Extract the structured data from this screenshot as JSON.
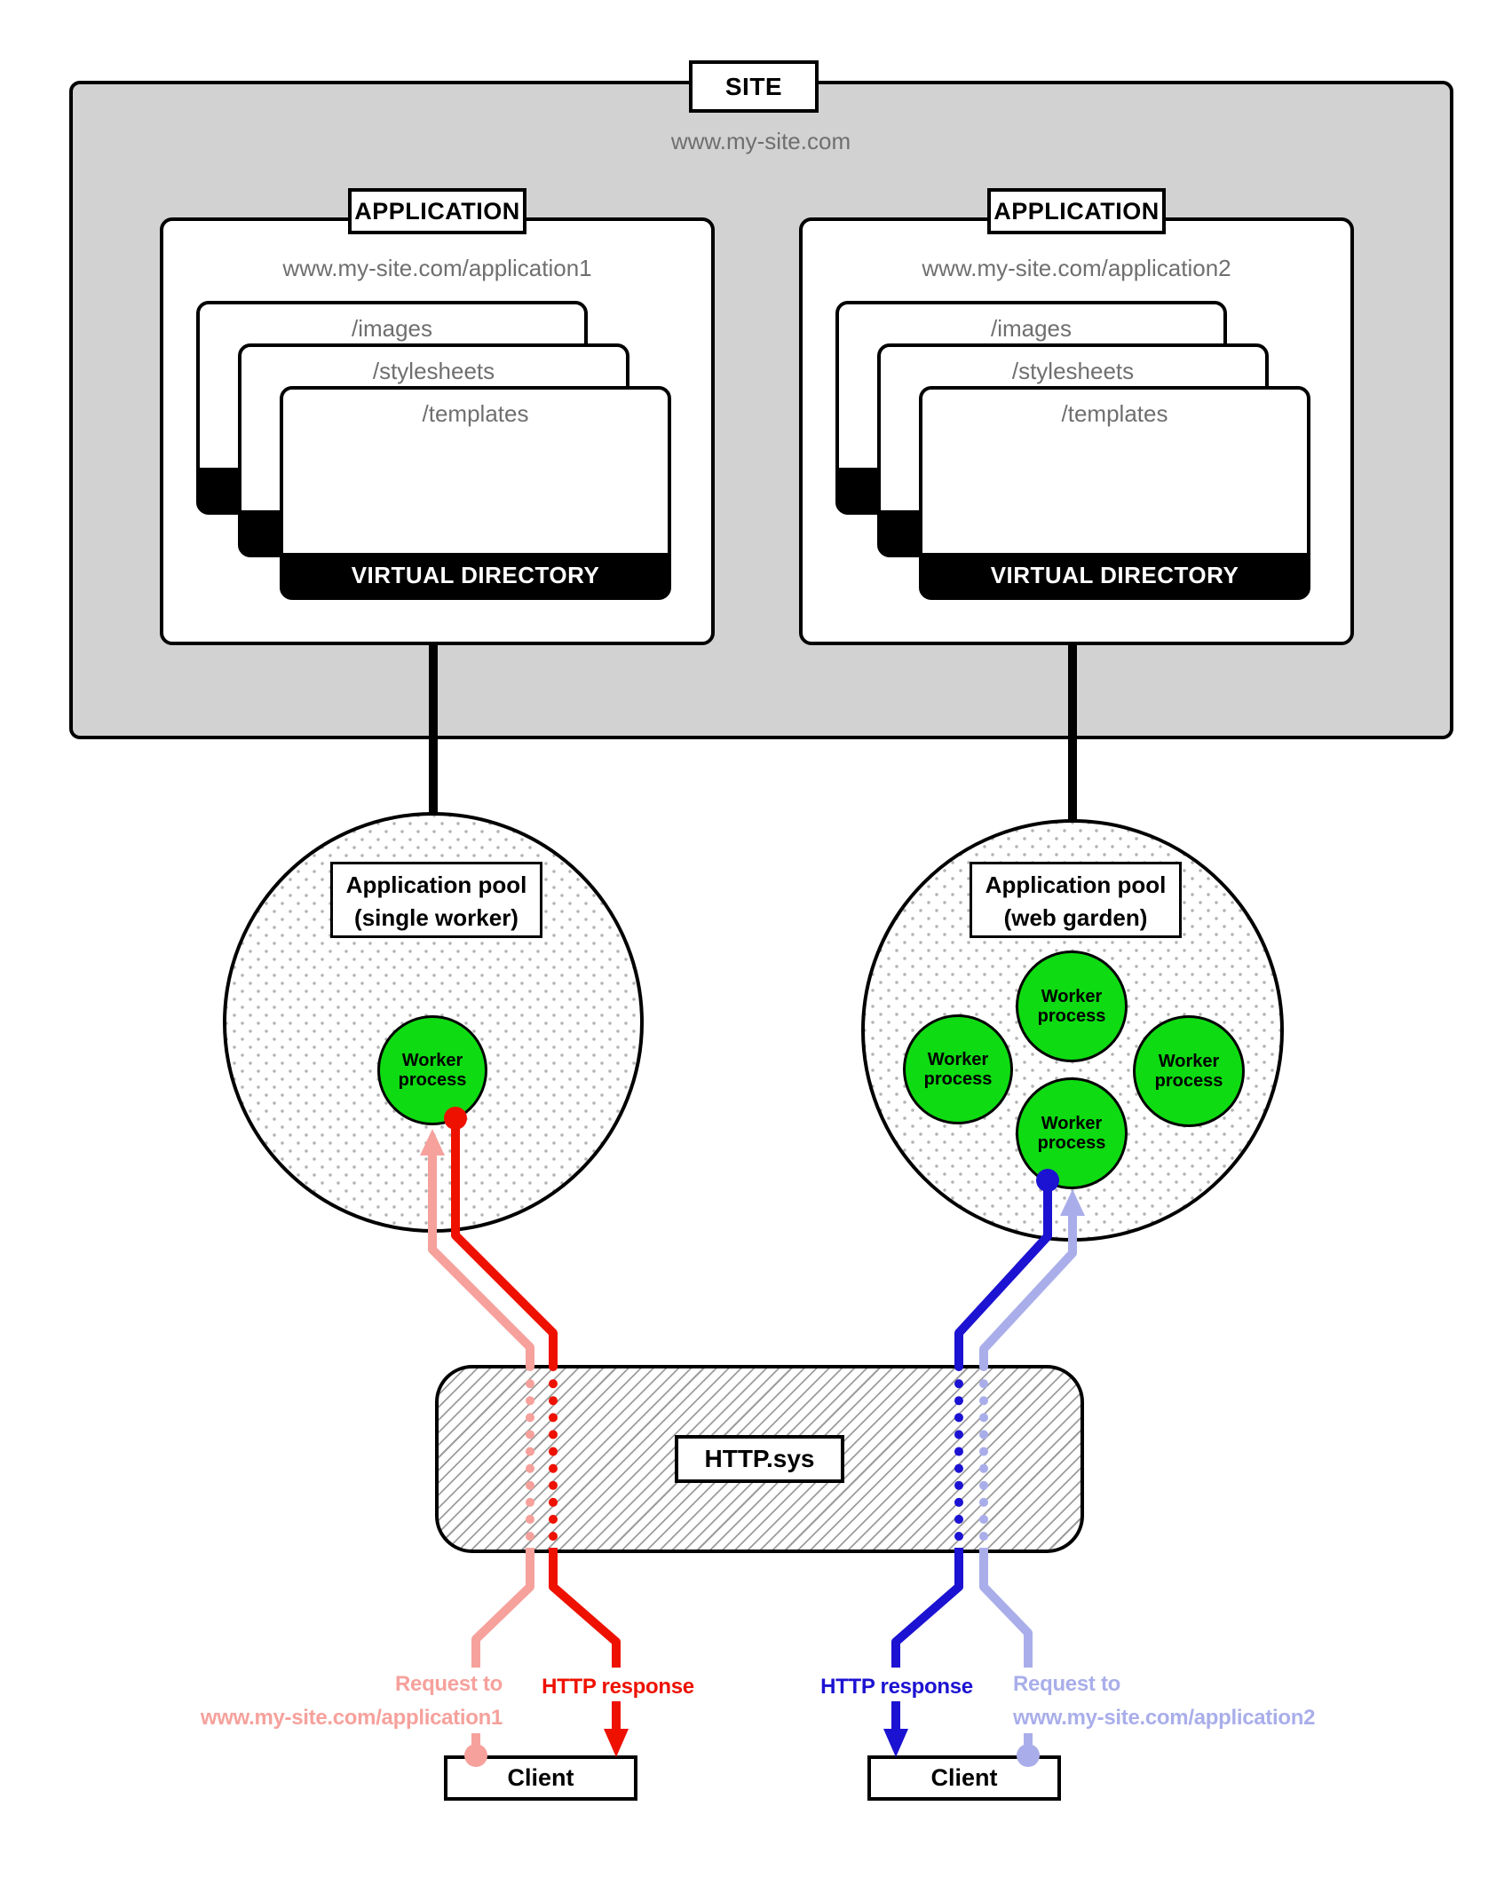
{
  "colors": {
    "site_bg": "#d2d2d2",
    "gray_text": "#6f6f6f",
    "green": "#0edb12",
    "pink": "#f6a19c",
    "red": "#ee1100",
    "blue": "#1c12d2",
    "lavender": "#a9aeea"
  },
  "site": {
    "label": "SITE",
    "url": "www.my-site.com"
  },
  "apps": [
    {
      "label": "APPLICATION",
      "url": "www.my-site.com/application1",
      "folders": [
        "/images",
        "/stylesheets",
        "/templates"
      ],
      "virtual_directory": "VIRTUAL DIRECTORY"
    },
    {
      "label": "APPLICATION",
      "url": "www.my-site.com/application2",
      "folders": [
        "/images",
        "/stylesheets",
        "/templates"
      ],
      "virtual_directory": "VIRTUAL DIRECTORY"
    }
  ],
  "pools": [
    {
      "title_line1": "Application pool",
      "title_line2": "(single worker)",
      "worker_label": "Worker process"
    },
    {
      "title_line1": "Application pool",
      "title_line2": "(web garden)",
      "worker_label": "Worker process"
    }
  ],
  "http_sys": {
    "label": "HTTP.sys"
  },
  "flows": {
    "left_request": {
      "line1": "Request to",
      "line2": "www.my-site.com/application1"
    },
    "left_response": {
      "label": "HTTP response"
    },
    "right_response": {
      "label": "HTTP response"
    },
    "right_request": {
      "line1": "Request to",
      "line2": "www.my-site.com/application2"
    }
  },
  "clients": [
    {
      "label": "Client"
    },
    {
      "label": "Client"
    }
  ]
}
